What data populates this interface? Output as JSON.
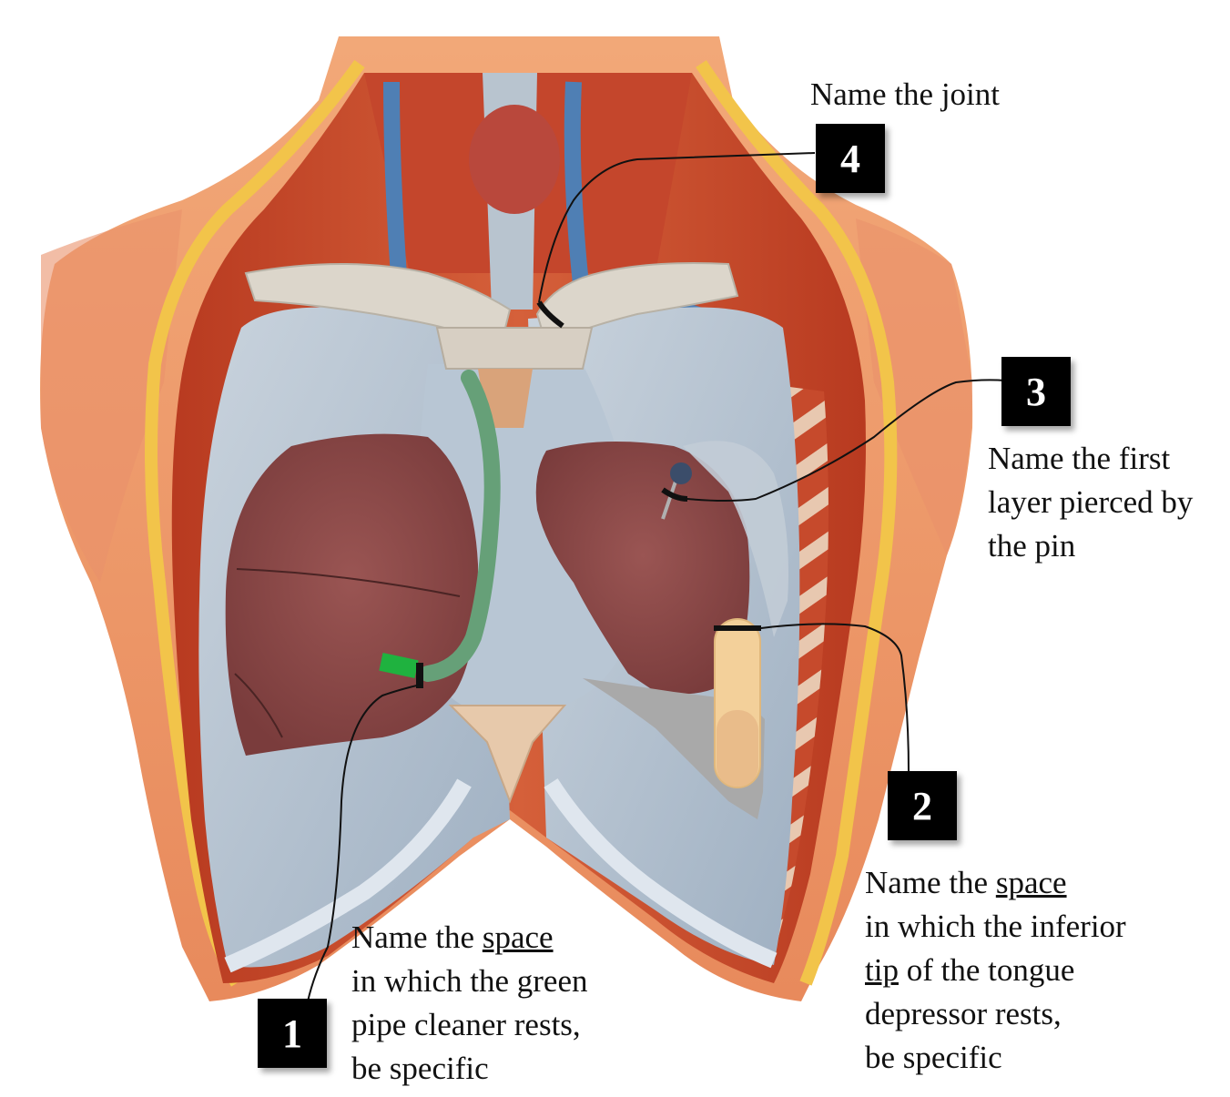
{
  "labels": [
    {
      "id": "1",
      "number": "1",
      "lines": [
        [
          "Name the ",
          {
            "u": "space"
          }
        ],
        [
          "in which the green"
        ],
        [
          "pipe  cleaner rests,"
        ],
        [
          "be specific"
        ]
      ]
    },
    {
      "id": "2",
      "number": "2",
      "lines": [
        [
          "Name the ",
          {
            "u": "space"
          }
        ],
        [
          "in which the inferior"
        ],
        [
          {
            "u": "tip"
          },
          " of the tongue"
        ],
        [
          "depressor rests,"
        ],
        [
          "be specific"
        ]
      ]
    },
    {
      "id": "3",
      "number": "3",
      "lines": [
        [
          "Name the first"
        ],
        [
          "layer pierced by"
        ],
        [
          "the pin"
        ]
      ]
    },
    {
      "id": "4",
      "number": "4",
      "lines": [
        [
          "Name the joint"
        ]
      ]
    }
  ],
  "colors": {
    "skin": "#f0a070",
    "muscle": "#c84a2a",
    "lung": "#8e4a48",
    "pleura": "#b9c6d3",
    "bone": "#d9d2c6",
    "vein": "#4f7fb4",
    "fat": "#f2c44a",
    "pipe_cleaner": "#66a078",
    "green_marker": "#1fb23f",
    "tongue_depressor": "#f3d09a",
    "grey_patch": "#a9a9a9",
    "box": "#000000"
  }
}
